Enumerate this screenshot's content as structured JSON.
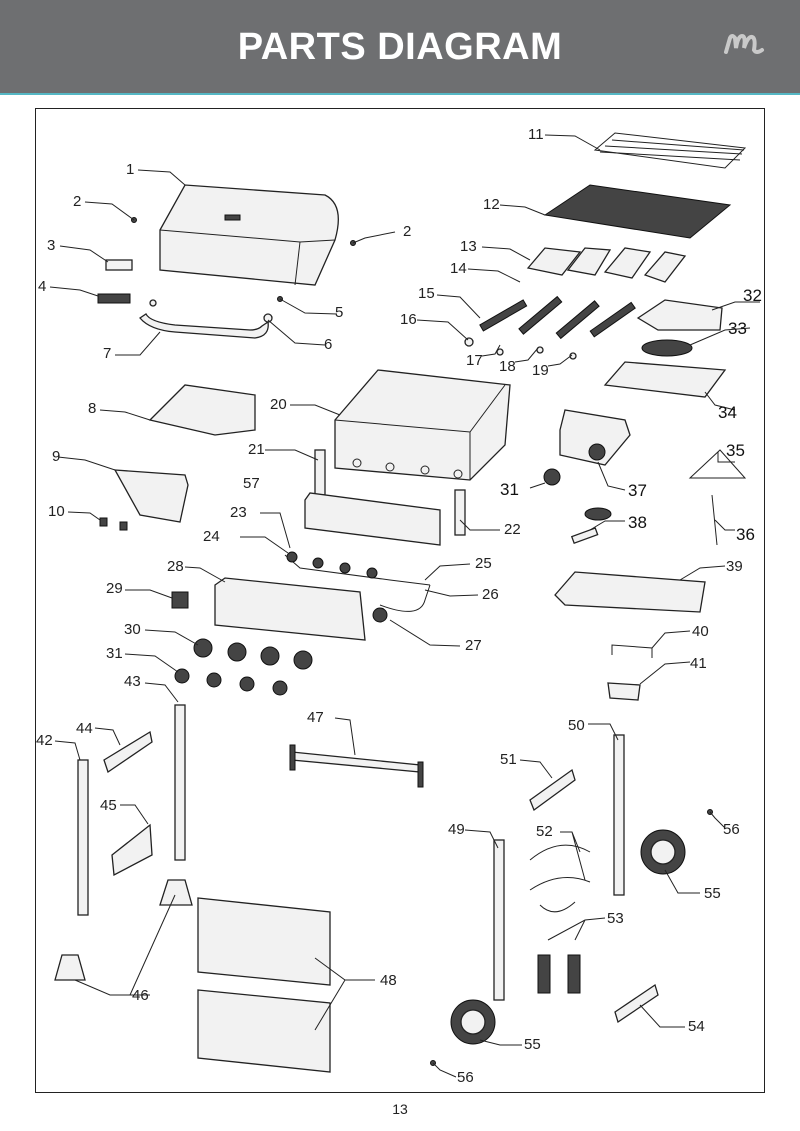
{
  "header": {
    "title": "PARTS DIAGRAM",
    "brand_icon": "brand-m-logo-icon",
    "bg_color": "#6e6f71",
    "accent_color": "#55b7c4"
  },
  "diagram": {
    "labels": [
      "1",
      "2",
      "2",
      "3",
      "4",
      "5",
      "6",
      "7",
      "8",
      "9",
      "10",
      "11",
      "12",
      "13",
      "14",
      "15",
      "16",
      "17",
      "18",
      "19",
      "20",
      "21",
      "22",
      "23",
      "24",
      "25",
      "26",
      "27",
      "28",
      "29",
      "30",
      "31",
      "31",
      "32",
      "33",
      "34",
      "35",
      "36",
      "37",
      "38",
      "39",
      "40",
      "41",
      "42",
      "43",
      "44",
      "45",
      "46",
      "47",
      "48",
      "49",
      "50",
      "51",
      "52",
      "53",
      "54",
      "55",
      "55",
      "56",
      "56",
      "57"
    ]
  },
  "footer": {
    "page_number": "13"
  }
}
